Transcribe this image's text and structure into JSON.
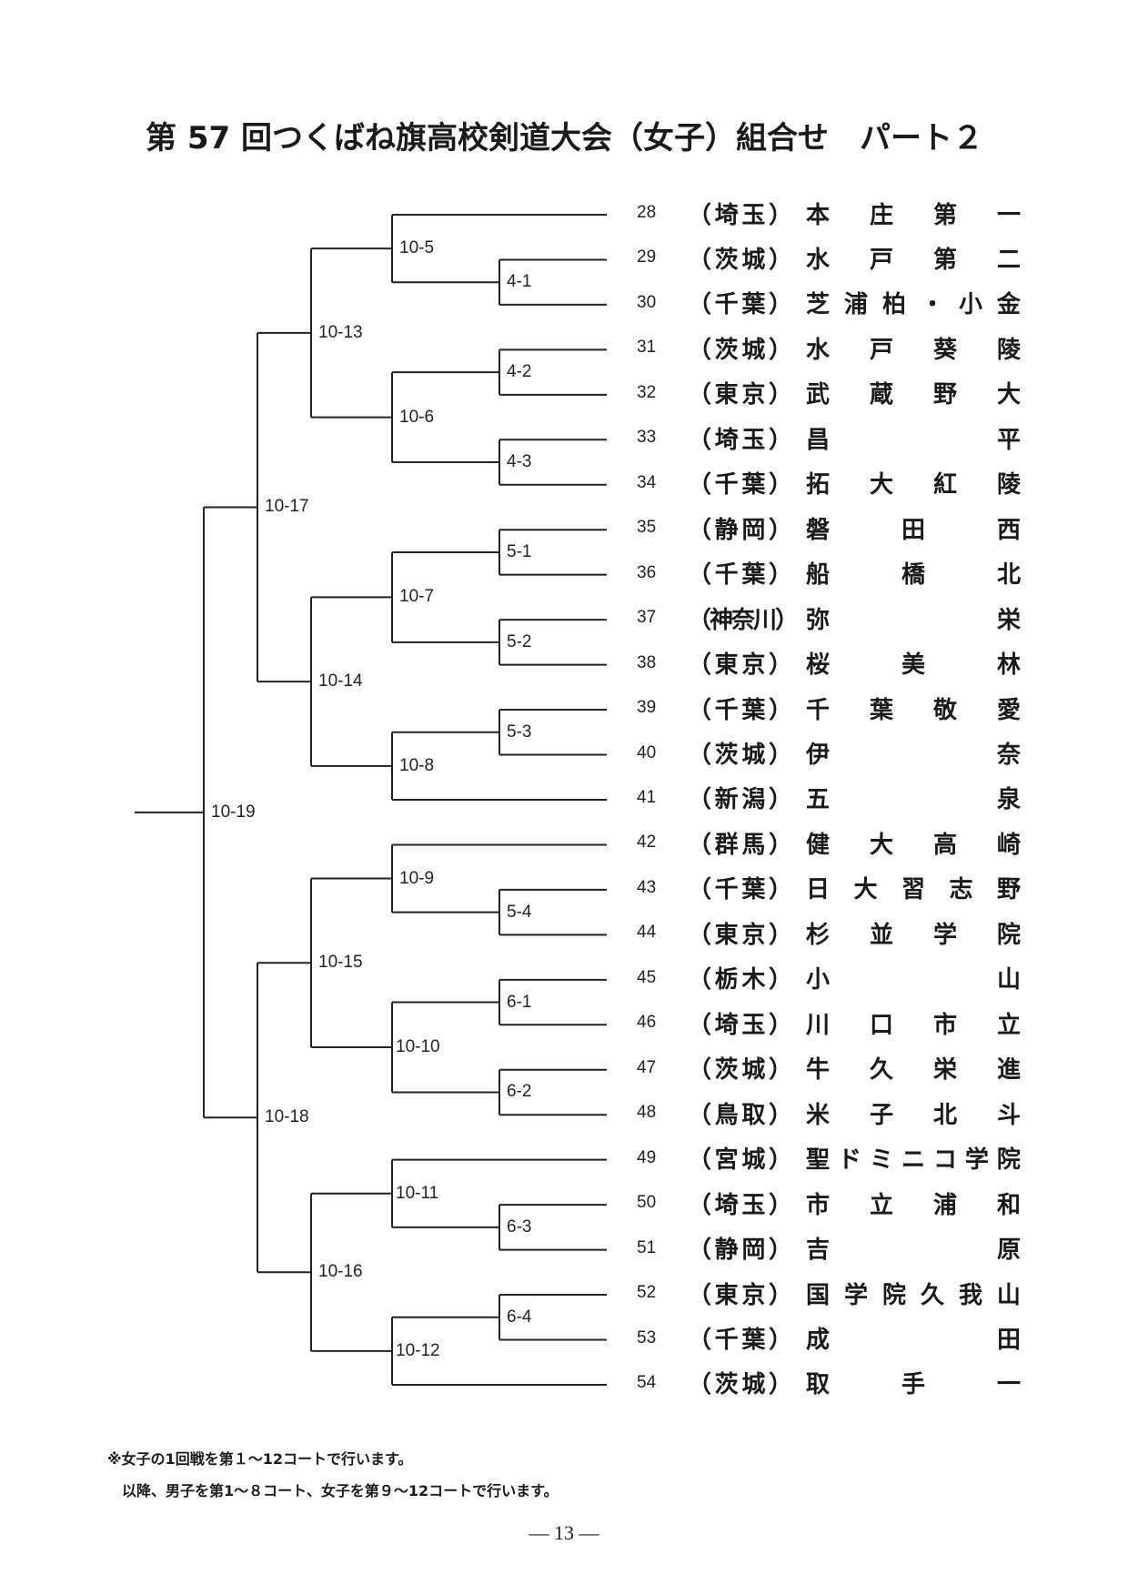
{
  "page": {
    "title": "第 57 回つくばね旗高校剣道大会（女子）組合せ　パート２",
    "notes": [
      "※女子の1回戦を第１～12コートで行います。",
      "　以降、男子を第1～８コート、女子を第９～12コートで行います。"
    ],
    "page_number": "— 13 —"
  },
  "entrants": [
    {
      "no": "28",
      "pref": "埼玉",
      "school": [
        "本",
        "庄",
        "第",
        "一"
      ]
    },
    {
      "no": "29",
      "pref": "茨城",
      "school": [
        "水",
        "戸",
        "第",
        "二"
      ]
    },
    {
      "no": "30",
      "pref": "千葉",
      "school": [
        "芝",
        "浦",
        "柏",
        "・",
        "小",
        "金"
      ]
    },
    {
      "no": "31",
      "pref": "茨城",
      "school": [
        "水",
        "戸",
        "葵",
        "陵"
      ]
    },
    {
      "no": "32",
      "pref": "東京",
      "school": [
        "武",
        "蔵",
        "野",
        "大"
      ]
    },
    {
      "no": "33",
      "pref": "埼玉",
      "school": [
        "昌",
        "平"
      ]
    },
    {
      "no": "34",
      "pref": "千葉",
      "school": [
        "拓",
        "大",
        "紅",
        "陵"
      ]
    },
    {
      "no": "35",
      "pref": "静岡",
      "school": [
        "磐",
        "田",
        "西"
      ]
    },
    {
      "no": "36",
      "pref": "千葉",
      "school": [
        "船",
        "橋",
        "北"
      ]
    },
    {
      "no": "37",
      "pref": "神奈川",
      "school": [
        "弥",
        "栄"
      ]
    },
    {
      "no": "38",
      "pref": "東京",
      "school": [
        "桜",
        "美",
        "林"
      ]
    },
    {
      "no": "39",
      "pref": "千葉",
      "school": [
        "千",
        "葉",
        "敬",
        "愛"
      ]
    },
    {
      "no": "40",
      "pref": "茨城",
      "school": [
        "伊",
        "奈"
      ]
    },
    {
      "no": "41",
      "pref": "新潟",
      "school": [
        "五",
        "泉"
      ]
    },
    {
      "no": "42",
      "pref": "群馬",
      "school": [
        "健",
        "大",
        "高",
        "崎"
      ]
    },
    {
      "no": "43",
      "pref": "千葉",
      "school": [
        "日",
        "大",
        "習",
        "志",
        "野"
      ]
    },
    {
      "no": "44",
      "pref": "東京",
      "school": [
        "杉",
        "並",
        "学",
        "院"
      ]
    },
    {
      "no": "45",
      "pref": "栃木",
      "school": [
        "小",
        "山"
      ]
    },
    {
      "no": "46",
      "pref": "埼玉",
      "school": [
        "川",
        "口",
        "市",
        "立"
      ]
    },
    {
      "no": "47",
      "pref": "茨城",
      "school": [
        "牛",
        "久",
        "栄",
        "進"
      ]
    },
    {
      "no": "48",
      "pref": "鳥取",
      "school": [
        "米",
        "子",
        "北",
        "斗"
      ]
    },
    {
      "no": "49",
      "pref": "宮城",
      "school": [
        "聖",
        "ド",
        "ミ",
        "ニ",
        "コ",
        "学",
        "院"
      ]
    },
    {
      "no": "50",
      "pref": "埼玉",
      "school": [
        "市",
        "立",
        "浦",
        "和"
      ]
    },
    {
      "no": "51",
      "pref": "静岡",
      "school": [
        "吉",
        "原"
      ]
    },
    {
      "no": "52",
      "pref": "東京",
      "school": [
        "国",
        "学",
        "院",
        "久",
        "我",
        "山"
      ]
    },
    {
      "no": "53",
      "pref": "千葉",
      "school": [
        "成",
        "田"
      ]
    },
    {
      "no": "54",
      "pref": "茨城",
      "school": [
        "取",
        "手",
        "一"
      ]
    }
  ],
  "matches": [
    {
      "id": "4-1",
      "round": 1,
      "a": {
        "row": 1
      },
      "b": {
        "row": 2
      }
    },
    {
      "id": "4-2",
      "round": 1,
      "a": {
        "row": 3
      },
      "b": {
        "row": 4
      }
    },
    {
      "id": "4-3",
      "round": 1,
      "a": {
        "row": 5
      },
      "b": {
        "row": 6
      }
    },
    {
      "id": "5-1",
      "round": 1,
      "a": {
        "row": 7
      },
      "b": {
        "row": 8
      }
    },
    {
      "id": "5-2",
      "round": 1,
      "a": {
        "row": 9
      },
      "b": {
        "row": 10
      }
    },
    {
      "id": "5-3",
      "round": 1,
      "a": {
        "row": 11
      },
      "b": {
        "row": 12
      }
    },
    {
      "id": "5-4",
      "round": 1,
      "a": {
        "row": 15
      },
      "b": {
        "row": 16
      }
    },
    {
      "id": "6-1",
      "round": 1,
      "a": {
        "row": 17
      },
      "b": {
        "row": 18
      }
    },
    {
      "id": "6-2",
      "round": 1,
      "a": {
        "row": 19
      },
      "b": {
        "row": 20
      }
    },
    {
      "id": "6-3",
      "round": 1,
      "a": {
        "row": 22
      },
      "b": {
        "row": 23
      }
    },
    {
      "id": "6-4",
      "round": 1,
      "a": {
        "row": 24
      },
      "b": {
        "row": 25
      }
    },
    {
      "id": "10-5",
      "round": 2,
      "a": {
        "row": 0
      },
      "b": {
        "match": "4-1"
      }
    },
    {
      "id": "10-6",
      "round": 2,
      "a": {
        "match": "4-2"
      },
      "b": {
        "match": "4-3"
      }
    },
    {
      "id": "10-7",
      "round": 2,
      "a": {
        "match": "5-1"
      },
      "b": {
        "match": "5-2"
      }
    },
    {
      "id": "10-8",
      "round": 2,
      "a": {
        "match": "5-3"
      },
      "b": {
        "row": 13
      }
    },
    {
      "id": "10-9",
      "round": 2,
      "a": {
        "row": 14
      },
      "b": {
        "match": "5-4"
      }
    },
    {
      "id": "10-10",
      "round": 2,
      "a": {
        "match": "6-1"
      },
      "b": {
        "match": "6-2"
      }
    },
    {
      "id": "10-11",
      "round": 2,
      "a": {
        "row": 21
      },
      "b": {
        "match": "6-3"
      }
    },
    {
      "id": "10-12",
      "round": 2,
      "a": {
        "match": "6-4"
      },
      "b": {
        "row": 26
      }
    },
    {
      "id": "10-13",
      "round": 3,
      "a": {
        "match": "10-5"
      },
      "b": {
        "match": "10-6"
      }
    },
    {
      "id": "10-14",
      "round": 3,
      "a": {
        "match": "10-7"
      },
      "b": {
        "match": "10-8"
      }
    },
    {
      "id": "10-15",
      "round": 3,
      "a": {
        "match": "10-9"
      },
      "b": {
        "match": "10-10"
      }
    },
    {
      "id": "10-16",
      "round": 3,
      "a": {
        "match": "10-11"
      },
      "b": {
        "match": "10-12"
      }
    },
    {
      "id": "10-17",
      "round": 4,
      "a": {
        "match": "10-13"
      },
      "b": {
        "match": "10-14"
      }
    },
    {
      "id": "10-18",
      "round": 4,
      "a": {
        "match": "10-15"
      },
      "b": {
        "match": "10-16"
      }
    },
    {
      "id": "10-19",
      "round": 5,
      "a": {
        "match": "10-17"
      },
      "b": {
        "match": "10-18"
      }
    }
  ]
}
